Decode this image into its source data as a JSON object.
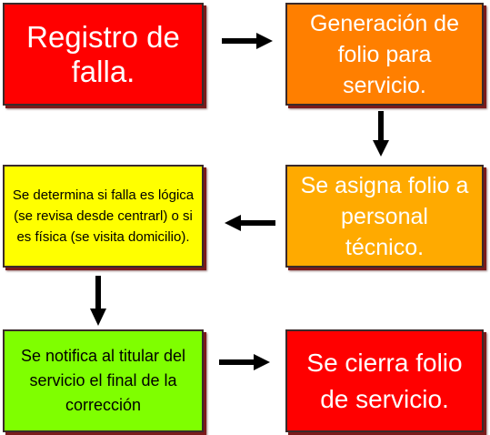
{
  "flow": {
    "steps": [
      {
        "text": "Registro de falla.",
        "color": "#ff0000",
        "text_color": "#ffffff"
      },
      {
        "text": "Generación de folio para servicio.",
        "color": "#ff7f00",
        "text_color": "#ffffff"
      },
      {
        "text": "Se asigna folio a personal técnico.",
        "color": "#ffaa00",
        "text_color": "#ffffff"
      },
      {
        "text": "Se determina si falla es lógica (se revisa desde centrarl) o si es física (se visita domicilio).",
        "color": "#ffff00",
        "text_color": "#000000"
      },
      {
        "text": "Se notifica al titular del servicio el final de la corrección",
        "color": "#7fff00",
        "text_color": "#000000"
      },
      {
        "text": "Se cierra folio de servicio.",
        "color": "#ff0000",
        "text_color": "#ffffff"
      }
    ],
    "arrow_color": "#000000"
  }
}
